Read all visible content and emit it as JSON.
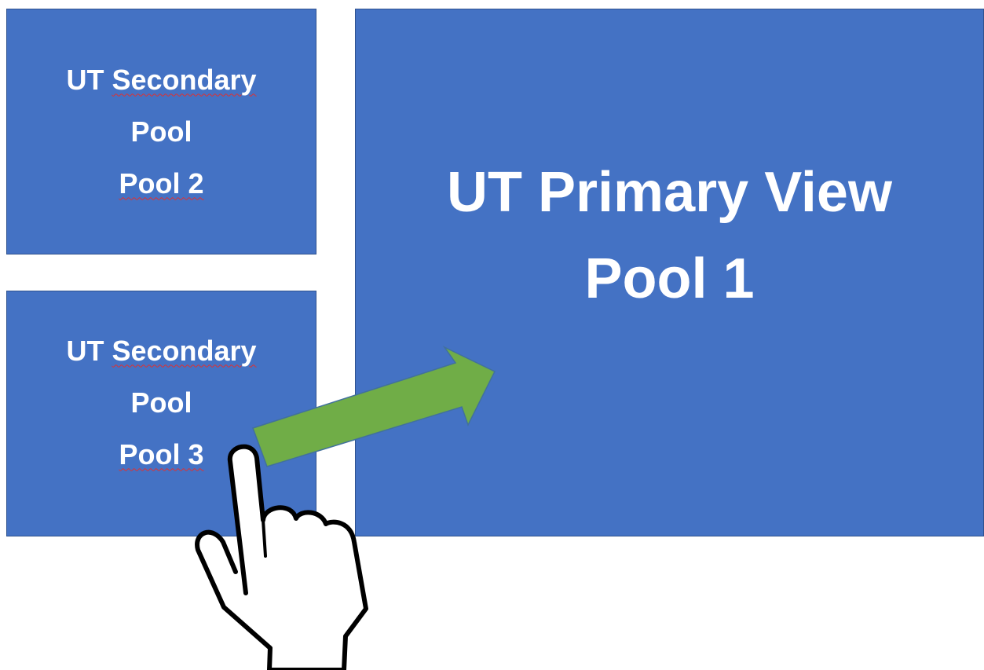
{
  "secondary_panels": [
    {
      "prefix": "UT ",
      "underlined_word": "Secondary",
      "line2": "Pool",
      "pool_label": "Pool 2"
    },
    {
      "prefix": "UT ",
      "underlined_word": "Secondary",
      "line2": "Pool",
      "pool_label": "Pool 3"
    }
  ],
  "primary_panel": {
    "line1": "UT Primary View",
    "line2": "Pool 1"
  },
  "colors": {
    "panel_fill": "#4472C4",
    "panel_border": "#2F528F",
    "arrow_fill": "#70AD47",
    "arrow_outline": "#41719C",
    "text": "#FFFFFF",
    "spellcheck_underline": "#E03030"
  },
  "icons": {
    "arrow": "arrow-right-icon",
    "hand": "pointing-hand-icon"
  }
}
